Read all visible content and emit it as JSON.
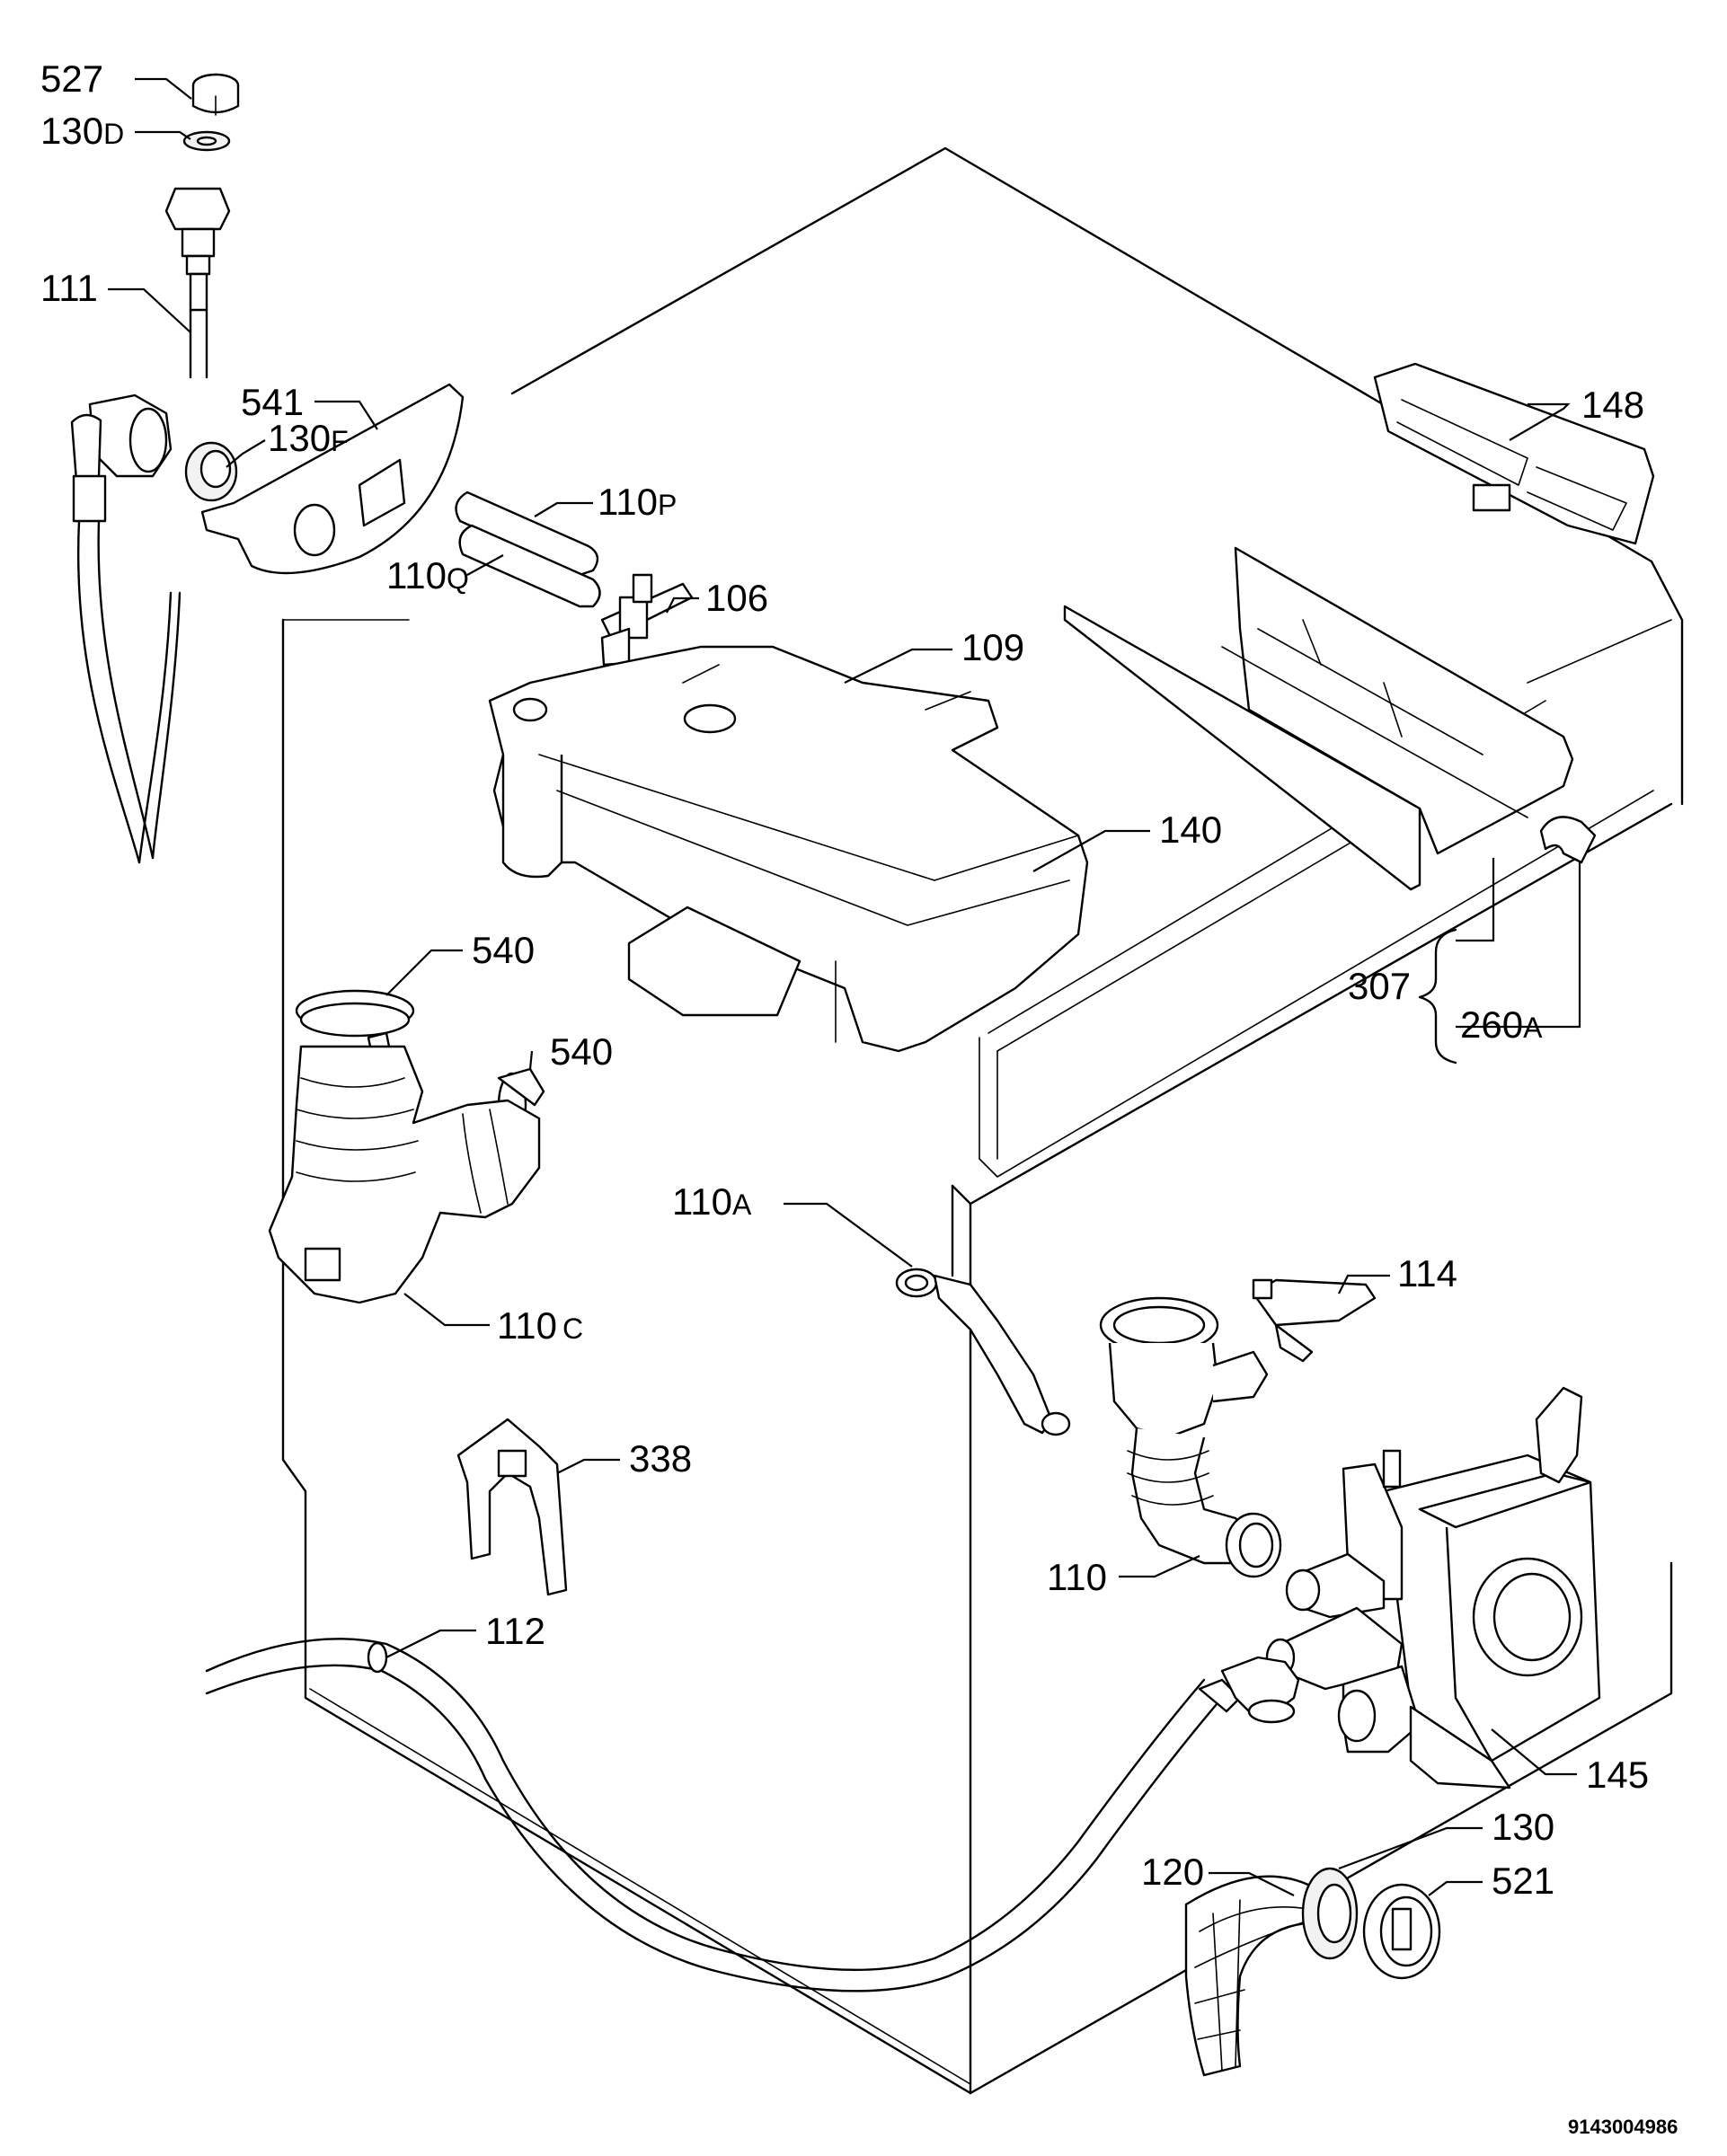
{
  "document_id": "9143004986",
  "labels": {
    "l527": "527",
    "l130d": "130",
    "l130d_sfx": "D",
    "l111": "111",
    "l541": "541",
    "l130f": "130",
    "l130f_sfx": "F",
    "l110p": "110",
    "l110p_sfx": "P",
    "l110q": "110",
    "l110q_sfx": "Q",
    "l106": "106",
    "l109": "109",
    "l148": "148",
    "l140": "140",
    "l307": "307",
    "l260a": "260",
    "l260a_sfx": "A",
    "l540a": "540",
    "l540b": "540",
    "l110c": "110",
    "l110c_sfx": "C",
    "l110a": "110",
    "l110a_sfx": "A",
    "l114": "114",
    "l338": "338",
    "l110": "110",
    "l112": "112",
    "l145": "145",
    "l130": "130",
    "l120": "120",
    "l521": "521"
  }
}
